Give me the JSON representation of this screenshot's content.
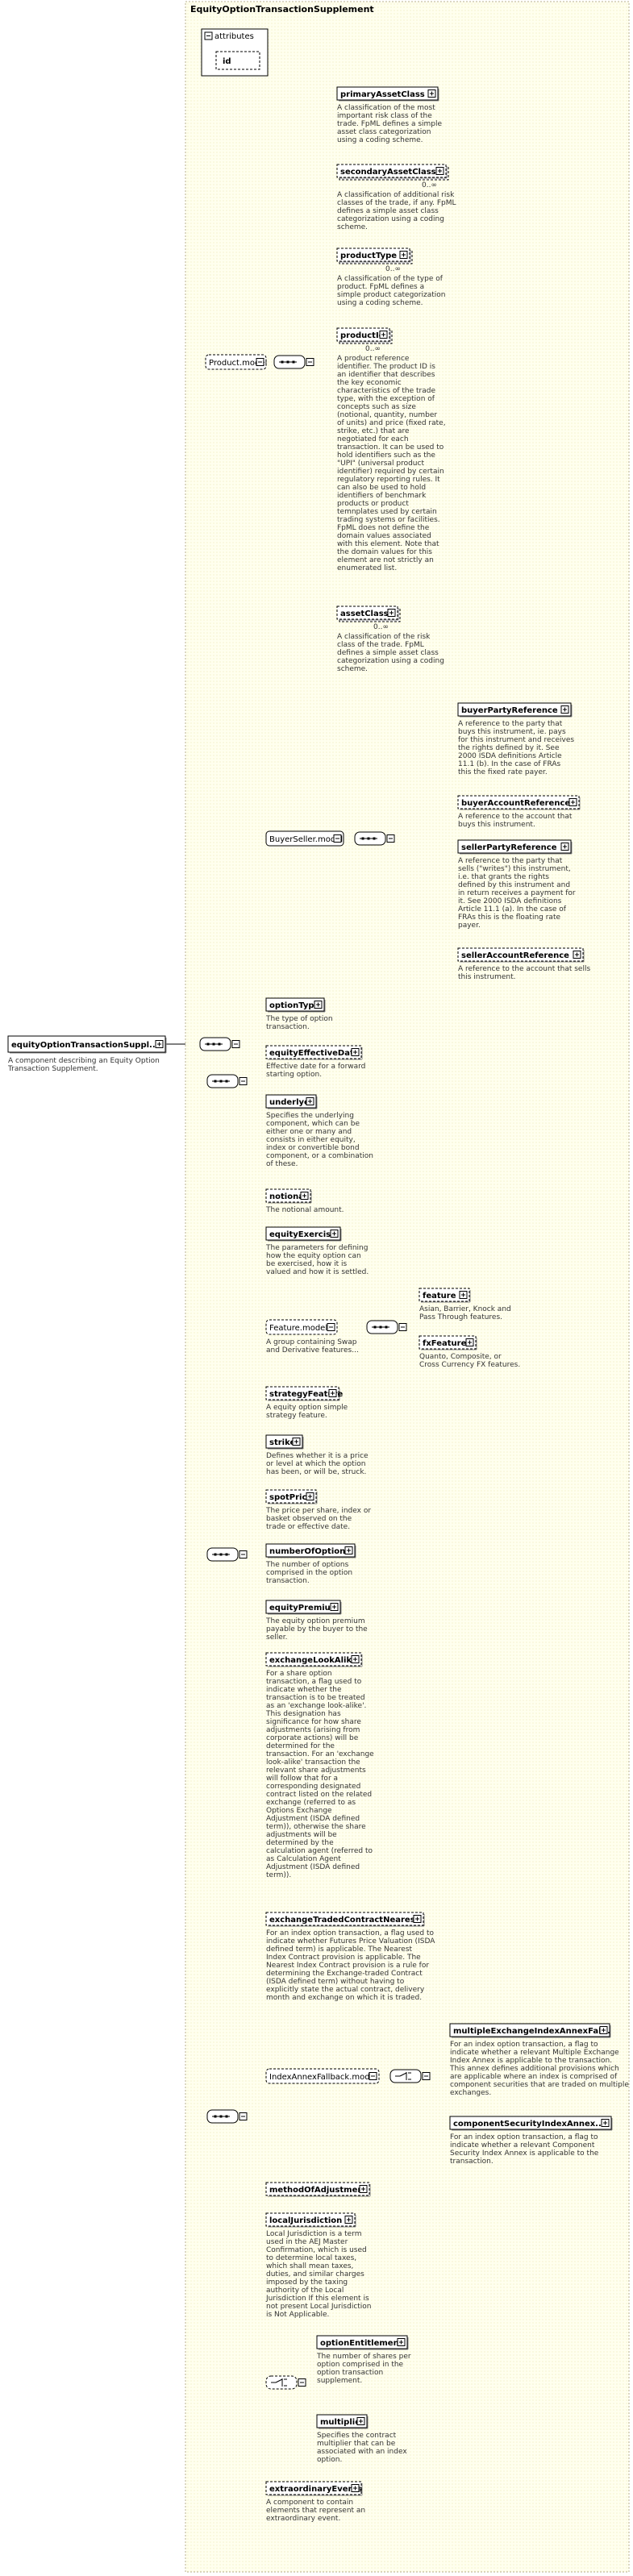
{
  "container": {
    "title": "EquityOptionTransactionSupplement"
  },
  "root": {
    "name": "equityOptionTransactionSuppl...",
    "doc": [
      "A component describing an Equity Option",
      "Transaction Supplement."
    ]
  },
  "attributes": {
    "title": "attributes",
    "items": [
      "id"
    ]
  },
  "groups": {
    "product_model": {
      "name": "Product.model"
    },
    "buyerseller_model": {
      "name": "BuyerSeller.model"
    },
    "feature_model": {
      "name": "Feature.model",
      "doc": [
        "A group containing Swap",
        "and Derivative features..."
      ]
    },
    "indexannex_model": {
      "name": "IndexAnnexFallback.model"
    }
  },
  "occurrence_zero_inf": "0..∞",
  "product_elements": [
    {
      "name": "primaryAssetClass",
      "doc": [
        "A classification of the most",
        "important risk class of the",
        "trade. FpML defines a simple",
        "asset class categorization",
        "using a coding scheme."
      ]
    },
    {
      "name": "secondaryAssetClass",
      "occ": "0..∞",
      "doc": [
        "A classification of additional risk",
        "classes of the trade, if any. FpML",
        "defines a simple asset class",
        "categorization using a coding",
        "scheme."
      ]
    },
    {
      "name": "productType",
      "occ": "0..∞",
      "doc": [
        "A classification of the type of",
        "product. FpML defines a",
        "simple product categorization",
        "using a coding scheme."
      ]
    },
    {
      "name": "productId",
      "occ": "0..∞",
      "doc": [
        "A product reference",
        "identifier. The product ID is",
        "an identifier that describes",
        "the key economic",
        "characteristics of the trade",
        "type, with the exception of",
        "concepts such as size",
        "(notional, quantity, number",
        "of units) and price (fixed rate,",
        "strike, etc.) that are",
        "negotiated for each",
        "transaction. It can be used to",
        "hold identifiers such as the",
        "\"UPI\" (universal product",
        "identifier) required by certain",
        "regulatory reporting rules. It",
        "can also be used to hold",
        "identifiers of benchmark",
        "products or product",
        "temnplates used by certain",
        "trading systems or facilities.",
        "FpML does not define the",
        "domain values associated",
        "with this element. Note that",
        "the domain values for this",
        "element are not strictly an",
        "enumerated list."
      ]
    },
    {
      "name": "assetClass",
      "occ": "0..∞",
      "doc": [
        "A classification of the risk",
        "class of the trade. FpML",
        "defines a simple asset class",
        "categorization using a coding",
        "scheme."
      ]
    }
  ],
  "buyerseller_elements": [
    {
      "name": "buyerPartyReference",
      "doc": [
        "A reference to the party that",
        "buys this instrument, ie. pays",
        "for this instrument and receives",
        "the rights defined by it. See",
        "2000 ISDA definitions Article",
        "11.1 (b). In the case of FRAs",
        "this the fixed rate payer."
      ]
    },
    {
      "name": "buyerAccountReference",
      "doc": [
        "A reference to the account that",
        "buys this instrument."
      ]
    },
    {
      "name": "sellerPartyReference",
      "doc": [
        "A reference to the party that",
        "sells (\"writes\") this instrument,",
        "i.e. that grants the rights",
        "defined by this instrument and",
        "in return receives a payment for",
        "it. See 2000 ISDA definitions",
        "Article 11.1 (a). In the case of",
        "FRAs this is the floating rate",
        "payer."
      ]
    },
    {
      "name": "sellerAccountReference",
      "doc": [
        "A reference to the account that sells",
        "this instrument."
      ]
    }
  ],
  "seq1_elements": [
    {
      "name": "optionType",
      "doc": [
        "The type of option",
        "transaction."
      ]
    },
    {
      "name": "equityEffectiveDate",
      "doc": [
        "Effective date for a forward",
        "starting option."
      ]
    },
    {
      "name": "underlyer",
      "doc": [
        "Specifies the underlying",
        "component, which can be",
        "either one or many and",
        "consists in either equity,",
        "index or convertible bond",
        "component, or a combination",
        "of these."
      ]
    },
    {
      "name": "notional",
      "doc": [
        "The notional amount."
      ]
    },
    {
      "name": "equityExercise",
      "doc": [
        "The parameters for defining",
        "how the equity option can",
        "be exercised, how it is",
        "valued and how it is settled."
      ]
    }
  ],
  "feature_elements": [
    {
      "name": "feature",
      "doc": [
        "Asian, Barrier, Knock and",
        "Pass Through features."
      ]
    },
    {
      "name": "fxFeature",
      "doc": [
        "Quanto, Composite, or",
        "Cross Currency FX features."
      ]
    }
  ],
  "strategy": {
    "name": "strategyFeature",
    "doc": [
      "A equity option simple",
      "strategy feature."
    ]
  },
  "seq2_elements": [
    {
      "name": "strike",
      "doc": [
        "Defines whether it is a price",
        "or level at which the option",
        "has been, or will be, struck."
      ]
    },
    {
      "name": "spotPrice",
      "doc": [
        "The price per share, index or",
        "basket observed on the",
        "trade or effective date."
      ]
    },
    {
      "name": "numberOfOptions",
      "doc": [
        "The number of options",
        "comprised in the option",
        "transaction."
      ]
    },
    {
      "name": "equityPremium",
      "doc": [
        "The equity option premium",
        "payable by the buyer to the",
        "seller."
      ]
    }
  ],
  "seq3_elements": [
    {
      "name": "exchangeLookAlike",
      "doc": [
        "For a share option",
        "transaction, a flag used to",
        "indicate whether the",
        "transaction is to be treated",
        "as an 'exchange look-alike'.",
        "This designation has",
        "significance for how share",
        "adjustments (arising from",
        "corporate actions) will be",
        "determined for the",
        "transaction. For an 'exchange",
        "look-alike' transaction the",
        "relevant share adjustments",
        "will follow that for a",
        "corresponding designated",
        "contract listed on the related",
        "exchange (referred to as",
        "Options Exchange",
        "Adjustment (ISDA defined",
        "term)), otherwise the share",
        "adjustments will be",
        "determined by the",
        "calculation agent (referred to",
        "as Calculation Agent",
        "Adjustment (ISDA defined",
        "term))."
      ]
    },
    {
      "name": "exchangeTradedContractNearest",
      "doc": [
        "For an index option transaction, a flag used to",
        "indicate whether Futures Price Valuation (ISDA",
        "defined term) is applicable. The Nearest",
        "Index Contract provision is applicable. The",
        "Nearest Index Contract provision is a rule for",
        "determining the Exchange-traded Contract",
        "(ISDA defined term) without having to",
        "explicitly state the actual contract, delivery",
        "month and exchange on which it is traded."
      ]
    }
  ],
  "indexannex_elements": [
    {
      "name": "multipleExchangeIndexAnnexFal...",
      "doc": [
        "For an index option transaction, a flag to",
        "indicate whether a relevant Multiple Exchange",
        "Index Annex is applicable to the transaction.",
        "This annex defines additional provisions which",
        "are applicable where an index is comprised of",
        "component securities that are traded on multiple",
        "exchanges."
      ]
    },
    {
      "name": "componentSecurityIndexAnnex...",
      "doc": [
        "For an index option transaction, a flag to",
        "indicate whether a relevant Component",
        "Security Index Annex is applicable to the",
        "transaction."
      ]
    }
  ],
  "seq3b_elements": [
    {
      "name": "methodOfAdjustment",
      "doc": []
    },
    {
      "name": "localJurisdiction",
      "doc": [
        "Local Jurisdiction is a term",
        "used in the AEJ Master",
        "Confirmation, which is used",
        "to determine local taxes,",
        "which shall mean taxes,",
        "duties, and similar charges",
        "imposed by the taxing",
        "authority of the Local",
        "Jurisdiction If this element is",
        "not present Local Jurisdiction",
        "is Not Applicable."
      ]
    }
  ],
  "choice_elements": [
    {
      "name": "optionEntitlement",
      "doc": [
        "The number of shares per",
        "option comprised in the",
        "option transaction",
        "supplement."
      ]
    },
    {
      "name": "multiplier",
      "doc": [
        "Specifies the contract",
        "multiplier that can be",
        "associated with an index",
        "option."
      ]
    }
  ],
  "extraordinary": {
    "name": "extraordinaryEvents",
    "doc": [
      "A component to contain",
      "elements that represent an",
      "extraordinary event."
    ]
  }
}
